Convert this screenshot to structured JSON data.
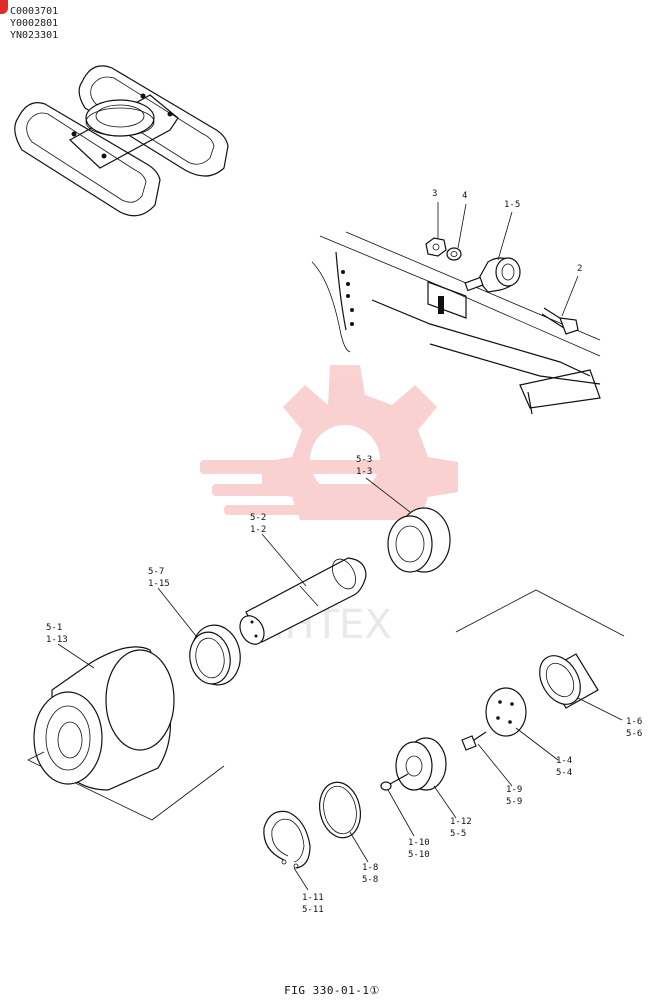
{
  "header": {
    "codes": [
      "C0003701",
      "Y0002801",
      "YN023301"
    ]
  },
  "watermark": {
    "text": "MHTEX",
    "color": "#e8312f"
  },
  "callouts": [
    {
      "id": "c-3",
      "lines": [
        "3"
      ]
    },
    {
      "id": "c-4",
      "lines": [
        "4"
      ]
    },
    {
      "id": "c-1-5",
      "lines": [
        "1-5"
      ]
    },
    {
      "id": "c-2",
      "lines": [
        "2"
      ]
    },
    {
      "id": "c-5-3",
      "lines": [
        "5-3",
        "1-3"
      ]
    },
    {
      "id": "c-5-2",
      "lines": [
        "5-2",
        "1-2"
      ]
    },
    {
      "id": "c-5-7",
      "lines": [
        "5-7",
        "1-15"
      ]
    },
    {
      "id": "c-5-1",
      "lines": [
        "5-1",
        "1-13"
      ]
    },
    {
      "id": "c-1-6",
      "lines": [
        "1-6",
        "5-6"
      ]
    },
    {
      "id": "c-1-4",
      "lines": [
        "1-4",
        "5-4"
      ]
    },
    {
      "id": "c-1-9",
      "lines": [
        "1-9",
        "5-9"
      ]
    },
    {
      "id": "c-1-12",
      "lines": [
        "1-12",
        "5-5"
      ]
    },
    {
      "id": "c-1-10",
      "lines": [
        "1-10",
        "5-10"
      ]
    },
    {
      "id": "c-1-8",
      "lines": [
        "1-8",
        "5-8"
      ]
    },
    {
      "id": "c-1-11",
      "lines": [
        "1-11",
        "5-11"
      ]
    }
  ],
  "figure": {
    "caption": "FIG 330-01-1①"
  }
}
